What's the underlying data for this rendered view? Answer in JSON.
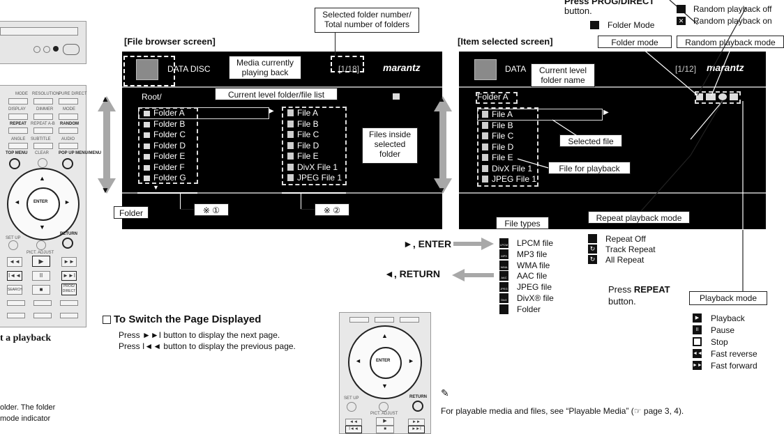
{
  "top_left": {
    "text": "Press PROG/DIRECT",
    "button_word": "button."
  },
  "browser": {
    "title": "[File browser screen]",
    "disc_label": "DATA DISC",
    "counter": "[1/18]",
    "brand": "marantz",
    "path": "Root/",
    "folders": [
      "Folder A",
      "Folder B",
      "Folder C",
      "Folder D",
      "Folder E",
      "Folder F",
      "Folder G"
    ],
    "files": [
      "File A",
      "File B",
      "File C",
      "File D",
      "File E",
      "DivX File 1",
      "JPEG File 1"
    ],
    "callouts": {
      "folder_number": "Selected folder number/\nTotal number of folders",
      "media_playing": "Media currently\nplaying back",
      "level_list": "Current level folder/file list",
      "files_inside": "Files inside\nselected\nfolder",
      "folder": "Folder",
      "note1": "※ ①",
      "note2": "※ ②"
    }
  },
  "item": {
    "title": "[Item selected screen]",
    "disc_label": "DATA",
    "counter": "[1/12]",
    "brand": "marantz",
    "folder_name": "Folder A",
    "files": [
      "File A",
      "File B",
      "File C",
      "File D",
      "File E",
      "DivX File 1",
      "JPEG File 1"
    ],
    "callouts": {
      "current_level": "Current level\nfolder name",
      "selected_file": "Selected file",
      "file_for_playback": "File for playback",
      "folder_mode": "Folder mode",
      "random_mode": "Random playback mode",
      "repeat_mode": "Repeat playback mode",
      "file_types": "File types",
      "playback_mode": "Playback mode"
    }
  },
  "top_right": {
    "folder_mode_label": "Folder Mode",
    "random_off": "Random playback off",
    "random_on": "Random playback on"
  },
  "nav": {
    "enter": "►, ENTER",
    "return": "◄, RETURN"
  },
  "file_types": [
    "LPCM file",
    "MP3 file",
    "WMA file",
    "AAC file",
    "JPEG file",
    "DivX® file",
    "Folder"
  ],
  "file_type_icon_names": [
    "LPCM",
    "MP3",
    "WMA",
    "AAC",
    "JPEG",
    "DivX",
    ""
  ],
  "repeat_modes": [
    "Repeat Off",
    "Track Repeat",
    "All Repeat"
  ],
  "repeat_press": {
    "prefix": "Press ",
    "key": "REPEAT",
    "suffix": "button."
  },
  "playback_modes": [
    "Playback",
    "Pause",
    "Stop",
    "Fast reverse",
    "Fast forward"
  ],
  "switch_page": {
    "heading": "To Switch the Page Displayed",
    "line1": "Press ►►I button to display the next page.",
    "line2": "Press I◄◄ button to display the previous page."
  },
  "left_fragment": {
    "heading": "t a playback",
    "line1": "older. The folder",
    "line2": "mode indicator"
  },
  "note": "For playable media and files, see “Playable Media” (☞ page 3, 4).",
  "remote_labels": {
    "mode": "MODE",
    "resolution": "RESOLUTION",
    "pure_direct": "PURE DIRECT",
    "display": "DISPLAY",
    "dimmer": "DIMMER",
    "mode2": "MODE",
    "repeat": "REPEAT",
    "repeat_ab": "REPEAT A-B",
    "random": "RANDOM",
    "angle": "ANGLE",
    "subtitle": "SUBTITLE",
    "audio": "AUDIO",
    "top_menu": "TOP MENU",
    "clear": "CLEAR",
    "popup": "POP UP MENU/MENU",
    "enter": "ENTER",
    "setup": "SET UP",
    "return": "RETURN",
    "pict_adjust": "PICT. ADJUST",
    "search": "SEARCH",
    "prog_direct": "PROG/ DIRECT"
  },
  "colors": {
    "screen_bg": "#000000",
    "gray_arrow": "#a8a8a8",
    "accent": "#111111"
  }
}
